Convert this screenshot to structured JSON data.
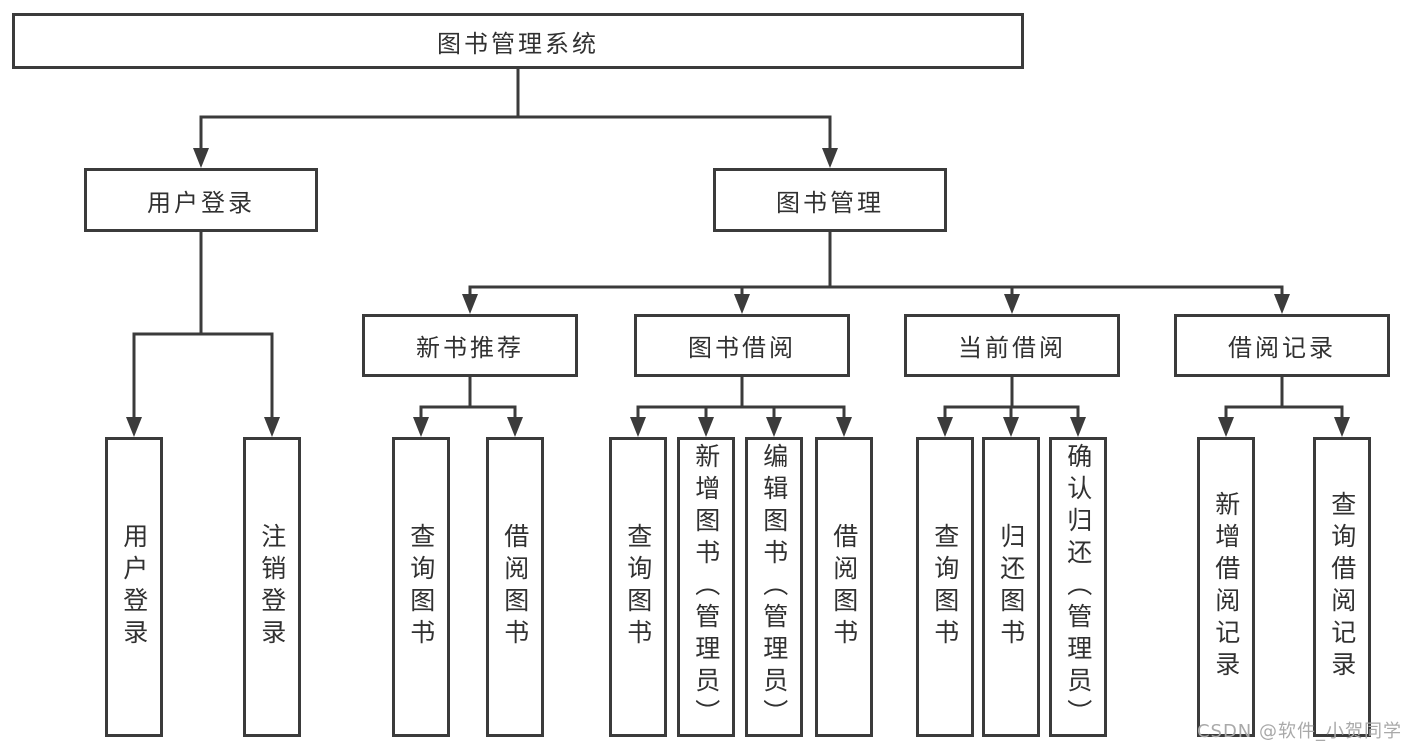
{
  "diagram": {
    "root_label": "图书管理系统",
    "level2": [
      {
        "label": "用户登录",
        "children": [
          {
            "label": "用户登录"
          },
          {
            "label": "注销登录"
          }
        ]
      },
      {
        "label": "图书管理",
        "children": [
          {
            "label": "新书推荐",
            "children": [
              {
                "label": "查询图书"
              },
              {
                "label": "借阅图书"
              }
            ]
          },
          {
            "label": "图书借阅",
            "children": [
              {
                "label": "查询图书"
              },
              {
                "label": "新增图书（管理员）"
              },
              {
                "label": "编辑图书（管理员）"
              },
              {
                "label": "借阅图书"
              }
            ]
          },
          {
            "label": "当前借阅",
            "children": [
              {
                "label": "查询图书"
              },
              {
                "label": "归还图书"
              },
              {
                "label": "确认归还（管理员）"
              }
            ]
          },
          {
            "label": "借阅记录",
            "children": [
              {
                "label": "新增借阅记录"
              },
              {
                "label": "查询借阅记录"
              }
            ]
          }
        ]
      }
    ]
  },
  "watermark": {
    "text": "CSDN @软件_小贺同学"
  },
  "colors": {
    "line": "#3b3b3b",
    "text": "#313131",
    "box_background": "#ffffff",
    "watermark": "#a9a9a9"
  }
}
